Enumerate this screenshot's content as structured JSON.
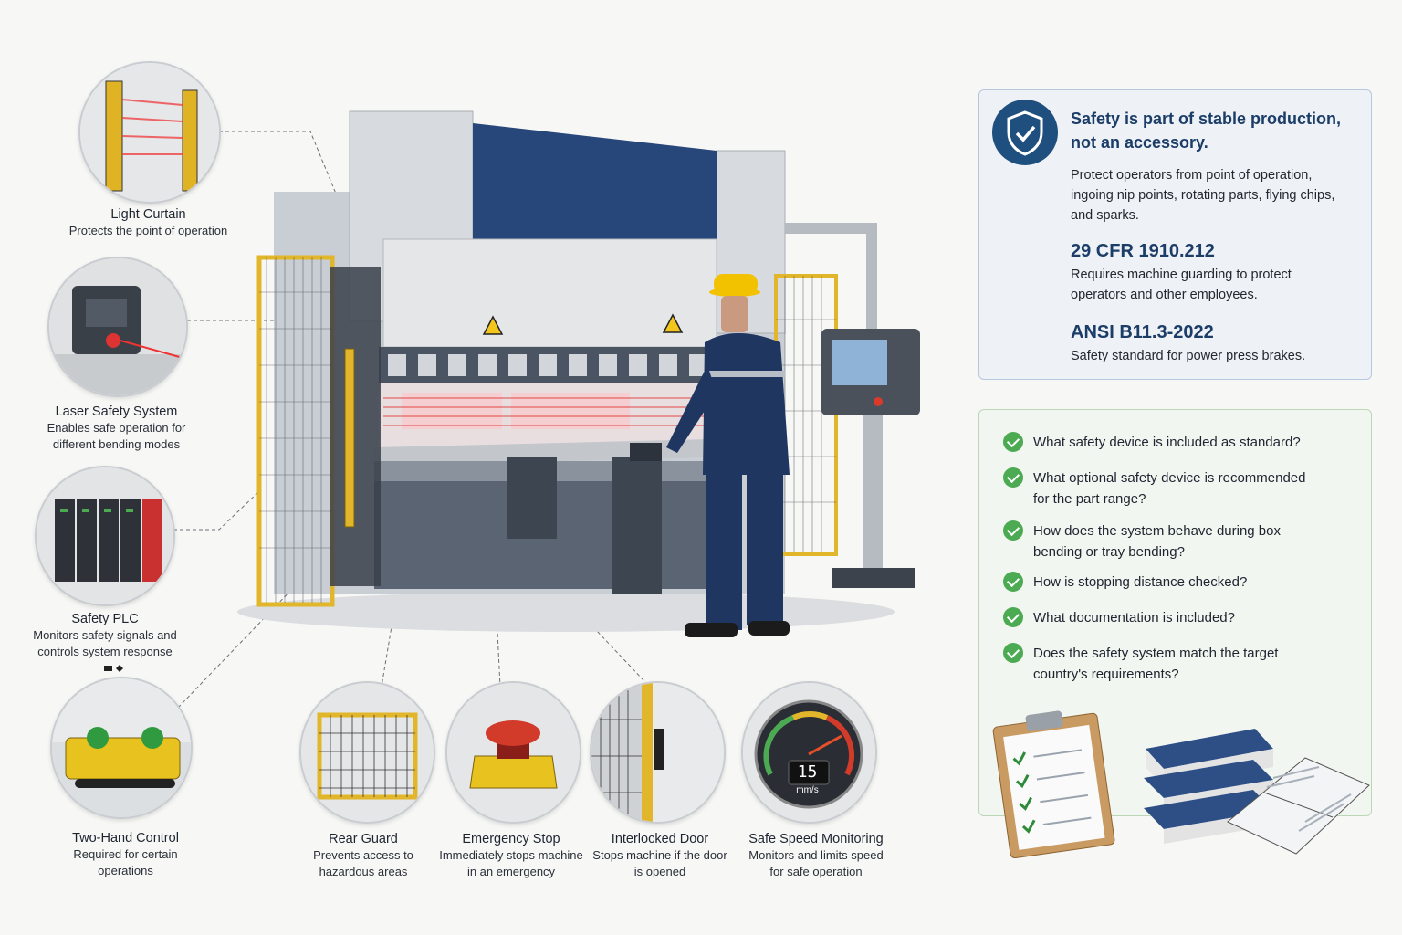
{
  "callouts": {
    "light_curtain": {
      "title": "Light Curtain",
      "desc": [
        "Protects the point of operation"
      ]
    },
    "laser": {
      "title": "Laser Safety System",
      "desc": [
        "Enables safe operation for",
        "different bending modes"
      ]
    },
    "plc": {
      "title": "Safety PLC",
      "desc": [
        "Monitors safety signals and",
        "controls system response"
      ]
    },
    "two_hand": {
      "title": "Two-Hand Control",
      "desc": [
        "Required for certain",
        "operations"
      ]
    },
    "rear_guard": {
      "title": "Rear Guard",
      "desc": [
        "Prevents access to",
        "hazardous areas"
      ]
    },
    "estop": {
      "title": "Emergency Stop",
      "desc": [
        "Immediately stops machine",
        "in an emergency"
      ]
    },
    "door": {
      "title": "Interlocked Door",
      "desc": [
        "Stops machine if the door",
        "is opened"
      ]
    },
    "speed": {
      "title": "Safe Speed Monitoring",
      "desc": [
        "Monitors and limits speed",
        "for safe operation"
      ]
    }
  },
  "gauge": {
    "value": "15",
    "unit": "mm/s"
  },
  "info_panel": {
    "headline": [
      "Safety is part of stable production,",
      "not an accessory."
    ],
    "intro": [
      "Protect operators from point of operation,",
      "ingoing nip points, rotating parts, flying chips,",
      "and sparks."
    ],
    "standards": [
      {
        "code": "29 CFR 1910.212",
        "desc": [
          "Requires machine guarding to protect",
          "operators and other employees."
        ]
      },
      {
        "code": "ANSI B11.3-2022",
        "desc": [
          "Safety standard for power press brakes."
        ]
      }
    ]
  },
  "questions": [
    [
      "What safety device is included as standard?"
    ],
    [
      "What optional safety device is recommended",
      "for the part range?"
    ],
    [
      "How does the system behave during box",
      "bending or tray bending?"
    ],
    [
      "How is stopping distance checked?"
    ],
    [
      "What documentation is included?"
    ],
    [
      "Does the safety system match the target",
      "country's requirements?"
    ]
  ],
  "colors": {
    "navy": "#1f4f7f",
    "accent_green": "#4caa53",
    "guard_yellow": "#e2b62a",
    "estop_red": "#d23a2a"
  }
}
